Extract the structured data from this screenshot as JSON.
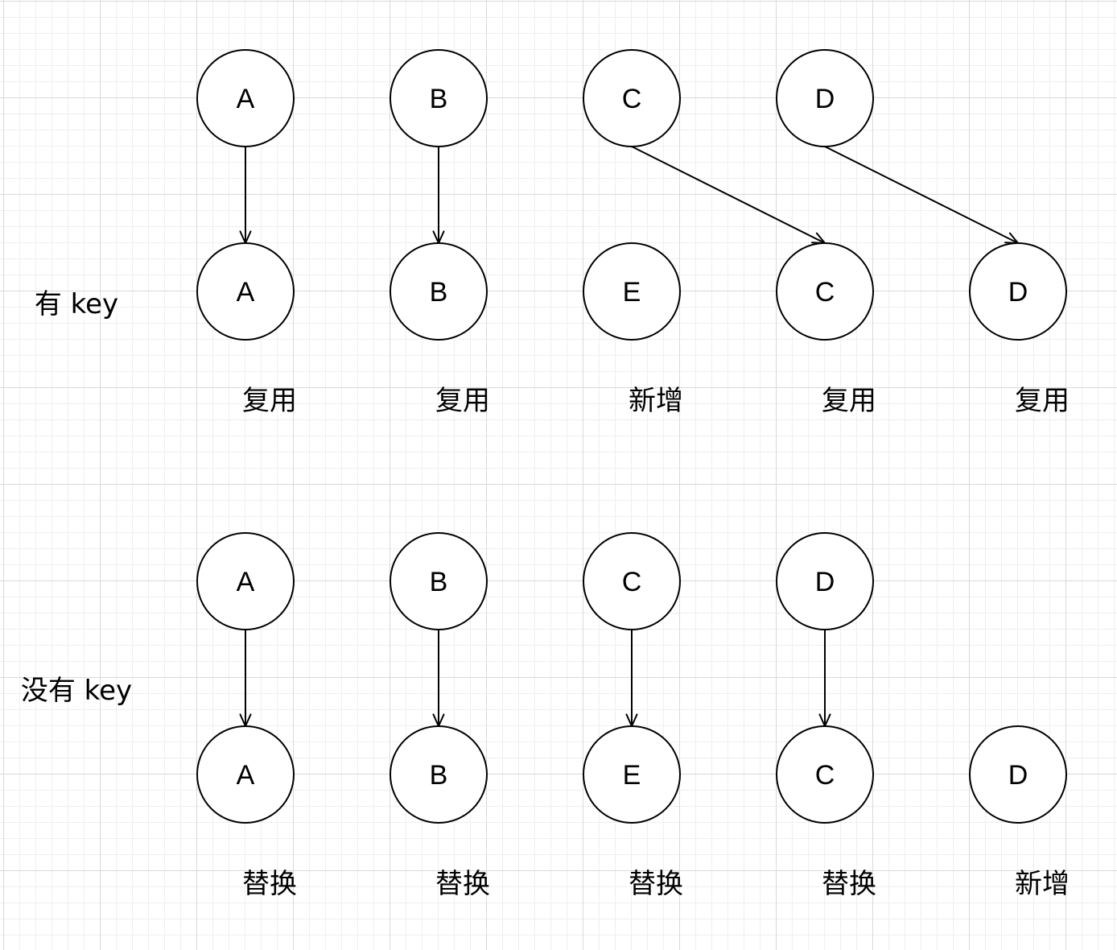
{
  "sections": [
    {
      "title": "有 key",
      "top_nodes": [
        "A",
        "B",
        "C",
        "D"
      ],
      "bottom_nodes": [
        "A",
        "B",
        "E",
        "C",
        "D"
      ],
      "edges": [
        {
          "from": 0,
          "to": 0
        },
        {
          "from": 1,
          "to": 1
        },
        {
          "from": 2,
          "to": 3
        },
        {
          "from": 3,
          "to": 4
        }
      ],
      "operations": [
        "复用",
        "复用",
        "新增",
        "复用",
        "复用"
      ]
    },
    {
      "title": "没有 key",
      "top_nodes": [
        "A",
        "B",
        "C",
        "D"
      ],
      "bottom_nodes": [
        "A",
        "B",
        "E",
        "C",
        "D"
      ],
      "edges": [
        {
          "from": 0,
          "to": 0
        },
        {
          "from": 1,
          "to": 1
        },
        {
          "from": 2,
          "to": 2
        },
        {
          "from": 3,
          "to": 3
        }
      ],
      "operations": [
        "替换",
        "替换",
        "替换",
        "替换",
        "新增"
      ]
    }
  ]
}
